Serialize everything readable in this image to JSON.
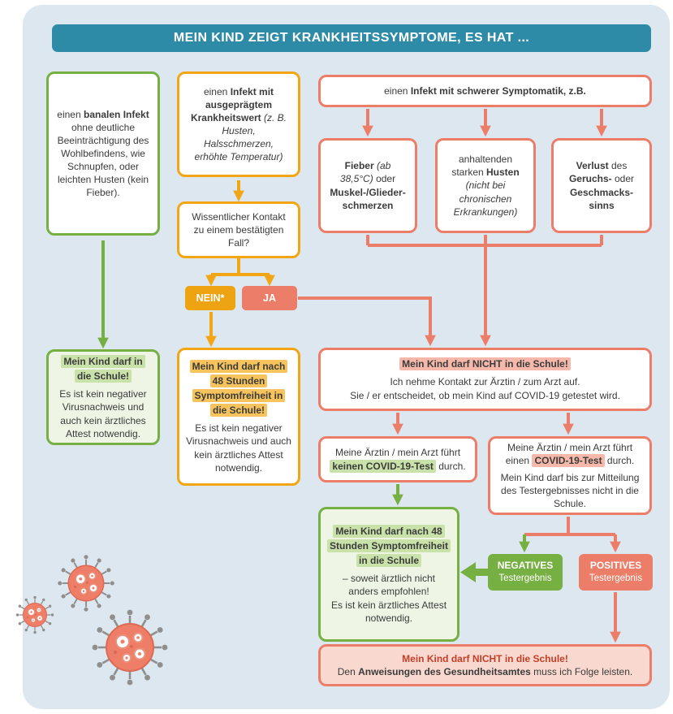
{
  "header": {
    "title": "MEIN KIND ZEIGT KRANKHEITSSYMPTOME, ES HAT ..."
  },
  "colors": {
    "header_bg": "#2e8ba8",
    "panel_bg": "#dce7f0",
    "green": "#76b043",
    "orange": "#f2a515",
    "salmon": "#ec7e69"
  },
  "branch_mild": {
    "condition": {
      "pre": "einen",
      "bold": "banalen Infekt",
      "post": "ohne deutliche Beeinträchtigung des Wohlbefindens, wie Schnupfen, oder leichten Husten (kein Fieber)."
    },
    "outcome": {
      "title": "Mein Kind darf in die Schule!",
      "body": "Es ist kein negativer Virusnachweis und auch kein ärztliches Attest notwendig."
    }
  },
  "branch_moderate": {
    "condition": {
      "pre": "einen",
      "bold": "Infekt mit ausgeprägtem Krankheitswert",
      "italic": "(z. B. Husten, Halsschmerzen, erhöhte Temperatur)"
    },
    "question": "Wissentlicher Kontakt zu einem bestätigten Fall?",
    "answer_no": "NEIN*",
    "answer_yes": "JA",
    "outcome": {
      "title": "Mein Kind darf nach 48 Stunden Symptomfreiheit in die Schule!",
      "body": "Es ist kein negativer Virusnachweis und auch kein ärztliches Attest notwendig."
    }
  },
  "branch_severe": {
    "condition": {
      "pre": "einen",
      "bold": "Infekt mit schwerer Symptomatik, z.B."
    },
    "symptom_fever": {
      "bold1": "Fieber",
      "italic1": "(ab 38,5°C)",
      "text1": "oder",
      "bold2": "Muskel-/Glieder­schmerzen"
    },
    "symptom_cough": {
      "text1": "anhaltenden starken",
      "bold1": "Husten",
      "italic1": "(nicht bei chronischen Erkrankungen)"
    },
    "symptom_smell": {
      "bold1": "Verlust",
      "text1": "des",
      "bold2": "Geruchs-",
      "text2": "oder",
      "bold3": "Geschmacks­sinns"
    },
    "no_school": {
      "title": "Mein Kind darf NICHT in die Schule!",
      "line1": "Ich nehme Kontakt zur Ärztin / zum Arzt auf.",
      "line2": "Sie / er entscheidet, ob mein Kind auf COVID-19 getestet wird."
    },
    "no_test": {
      "pre": "Meine Ärztin / mein Arzt führt",
      "highlight": "keinen COVID-19-Test",
      "post": "durch."
    },
    "test": {
      "pre": "Meine Ärztin / mein Arzt führt einen",
      "highlight": "COVID-19-Test",
      "post": "durch.",
      "body": "Mein Kind darf bis zur Mitteilung des Testergebnisses nicht in die Schule."
    },
    "outcome_free": {
      "title": "Mein Kind darf nach 48 Stunden Symptom­freiheit in die Schule",
      "line1": "– soweit ärztlich nicht anders empfohlen!",
      "line2": "Es ist kein ärztliches Attest notwendig."
    },
    "result_negative": {
      "label": "NEGATIVES",
      "sub": "Testergebnis"
    },
    "result_positive": {
      "label": "POSITIVES",
      "sub": "Testergebnis"
    },
    "final": {
      "title": "Mein Kind darf NICHT in die Schule!",
      "pre": "Den",
      "bold": "Anweisungen des Gesundheitsamtes",
      "post": "muss ich Folge leisten."
    }
  },
  "decorations": {
    "icons": [
      "virus-icon",
      "virus-icon",
      "virus-icon"
    ]
  }
}
